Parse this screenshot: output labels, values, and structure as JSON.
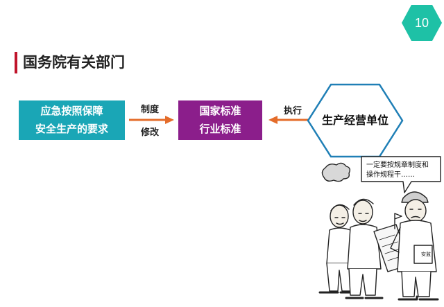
{
  "page": {
    "number": "10"
  },
  "title": "国务院有关部门",
  "left_box": {
    "line1": "应急按照保障",
    "line2": "安全生产的要求"
  },
  "arrow_left": {
    "label_top": "制度",
    "label_bottom": "修改"
  },
  "middle_box": {
    "line1": "国家标准",
    "line2": "行业标准"
  },
  "arrow_right": {
    "label": "执行"
  },
  "hexagon": {
    "label": "生产经营单位"
  },
  "cartoon": {
    "speech_line1": "一定要按规章制度和",
    "speech_line2": "操作规程干……",
    "sign": "安监"
  },
  "colors": {
    "teal": "#1aa6b6",
    "purple": "#8b1e8b",
    "accent_red": "#c0142b",
    "arrow_orange": "#e46c2a",
    "hexagon_blue": "#1f7fb6",
    "page_hex_teal": "#1ec1a6"
  },
  "icons": [
    "page-number-hexagon",
    "arrow-right-icon",
    "arrow-left-icon",
    "hexagon-shape",
    "workers-cartoon"
  ]
}
